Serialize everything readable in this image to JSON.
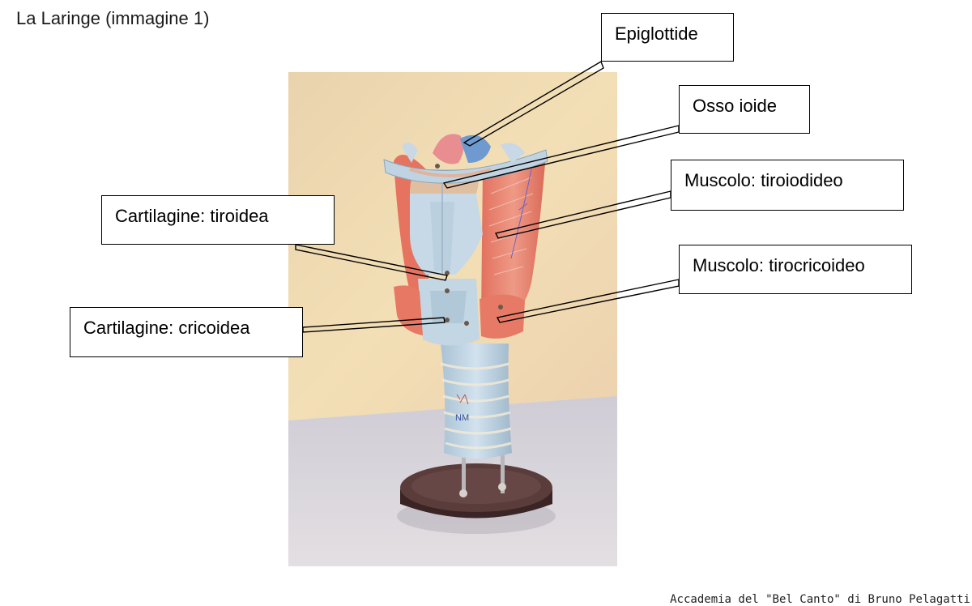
{
  "slide": {
    "title": "La Laringe (immagine 1)",
    "credit": "Accademia del \"Bel Canto\" di Bruno Pelagatti"
  },
  "labels": {
    "epiglottide": "Epiglottide",
    "osso_ioide": "Osso ioide",
    "muscolo_tiroiodideo": "Muscolo: tiroiodideo",
    "muscolo_tirocricoideo": "Muscolo: tirocricoideo",
    "cartilagine_tiroidea": "Cartilagine: tiroidea",
    "cartilagine_cricoidea": "Cartilagine: cricoidea"
  },
  "colors": {
    "wall": "#f0ddb4",
    "table": "#dcd8dc",
    "muscle": "#e88a78",
    "cartilage": "#bcd2e2",
    "base": "#3a2424"
  }
}
